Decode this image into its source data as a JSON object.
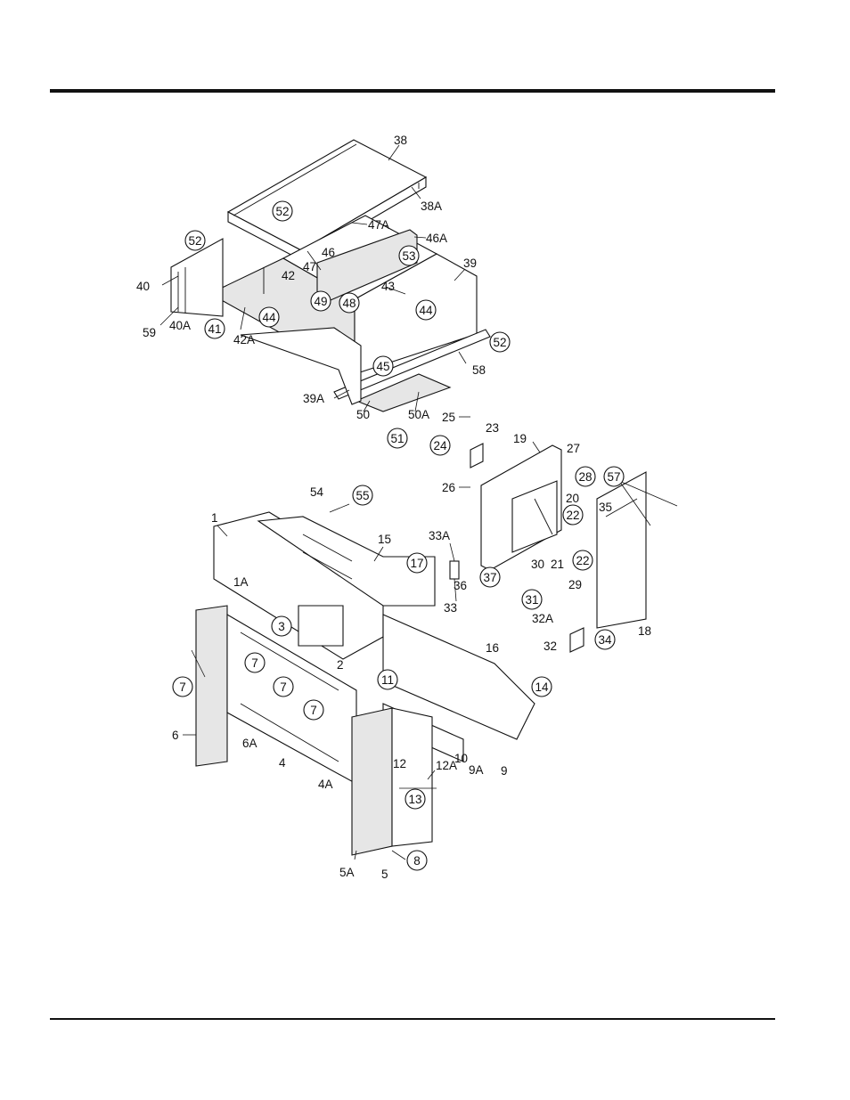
{
  "labels": {
    "l38": "38",
    "l38A": "38A",
    "l47A": "47A",
    "l46A": "46A",
    "l46": "46",
    "l39": "39",
    "l47": "47",
    "l42": "42",
    "l43": "43",
    "l40": "40",
    "l40A": "40A",
    "l59": "59",
    "l42A": "42A",
    "l58": "58",
    "l39A": "39A",
    "l50": "50",
    "l50A": "50A",
    "l25": "25",
    "l23": "23",
    "l19": "19",
    "l27": "27",
    "l26": "26",
    "l20": "20",
    "l57": "57",
    "l54": "54",
    "l1": "1",
    "l15": "15",
    "l35": "35",
    "l33A": "33A",
    "l30": "30",
    "l21": "21",
    "l1A": "1A",
    "l36": "36",
    "l33": "33",
    "l29": "29",
    "l2": "2",
    "l16": "16",
    "l32A": "32A",
    "l18": "18",
    "l32": "32",
    "l6": "6",
    "l6A": "6A",
    "l4": "4",
    "l4A": "4A",
    "l12": "12",
    "l12A": "12A",
    "l10": "10",
    "l9A": "9A",
    "l9": "9",
    "l5A": "5A",
    "l5": "5"
  },
  "circled": {
    "c52a": "52",
    "c52b": "52",
    "c53": "53",
    "c49": "49",
    "c48": "48",
    "c44a": "44",
    "c44b": "44",
    "c41": "41",
    "c45": "45",
    "c52c": "52",
    "c51": "51",
    "c24": "24",
    "c28": "28",
    "c22a": "22",
    "c22b": "22",
    "c55": "55",
    "c17": "17",
    "c3": "3",
    "c37": "37",
    "c31": "31",
    "c34": "34",
    "c7a": "7",
    "c7b": "7",
    "c7c": "7",
    "c7d": "7",
    "c11": "11",
    "c14": "14",
    "c13": "13",
    "c8": "8"
  }
}
